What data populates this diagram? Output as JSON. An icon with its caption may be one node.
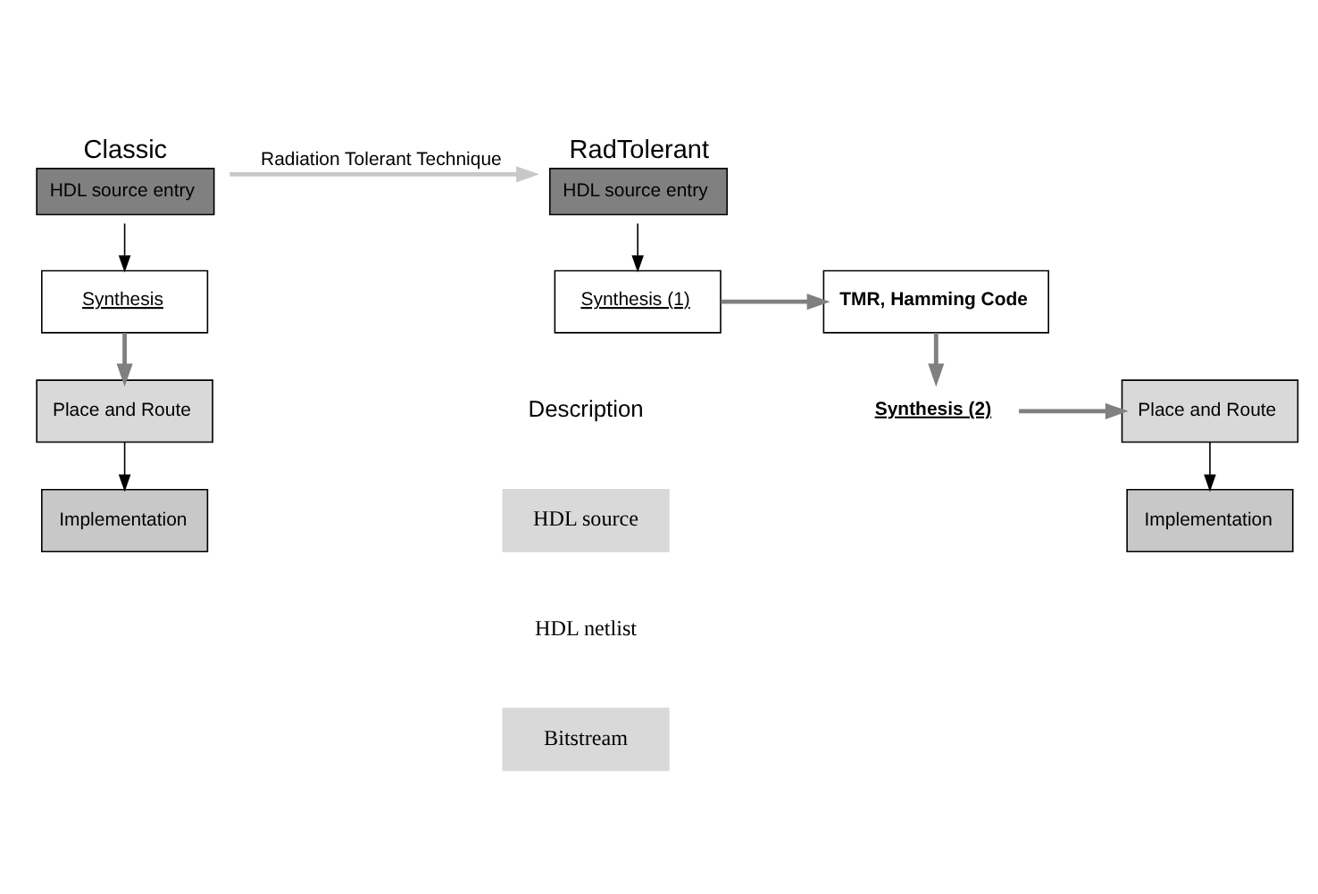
{
  "diagram": {
    "nodes": [
      {
        "text": [
          "Classic",
          "HDL source entry"
        ]
      },
      {
        "text": [
          "Synthesis"
        ]
      },
      {
        "text": [
          "Place and Route"
        ]
      },
      {
        "text": [
          "Implementation"
        ]
      },
      {
        "text": [
          "RadTolerant",
          "HDL source entry"
        ]
      },
      {
        "text": [
          "Synthesis (1)"
        ]
      },
      {
        "text": [
          "TMR, Hamming Code"
        ]
      },
      {
        "text": [
          "Synthesis (2)"
        ]
      },
      {
        "text": [
          "Place and Route"
        ]
      },
      {
        "text": [
          "Implementation"
        ]
      }
    ],
    "edges": [
      {
        "from": 0,
        "to": 1,
        "arrow": "to"
      },
      {
        "from": 1,
        "to": 2,
        "arrow": "to",
        "color": "#808080"
      },
      {
        "from": 2,
        "to": 3,
        "arrow": "to"
      },
      {
        "from": 0,
        "to": 4,
        "arrow": "to",
        "label": "Radiation Tolerant Technique",
        "color": "#c8c8c8"
      },
      {
        "from": 4,
        "to": 5,
        "arrow": "to"
      },
      {
        "from": 5,
        "to": 6,
        "arrow": "to",
        "color": "#808080"
      },
      {
        "from": 6,
        "to": 7,
        "arrow": "to",
        "color": "#808080"
      },
      {
        "from": 7,
        "to": 8,
        "arrow": "to",
        "color": "#808080"
      },
      {
        "from": 8,
        "to": 9,
        "arrow": "to"
      }
    ],
    "labels": [
      "Description"
    ],
    "legend": [
      {
        "text": "HDL source",
        "color": "#d9d9d9"
      },
      {
        "text": "HDL netlist",
        "color": "#ffffff"
      },
      {
        "text": "Bitstream",
        "color": "#d9d9d9"
      }
    ]
  }
}
